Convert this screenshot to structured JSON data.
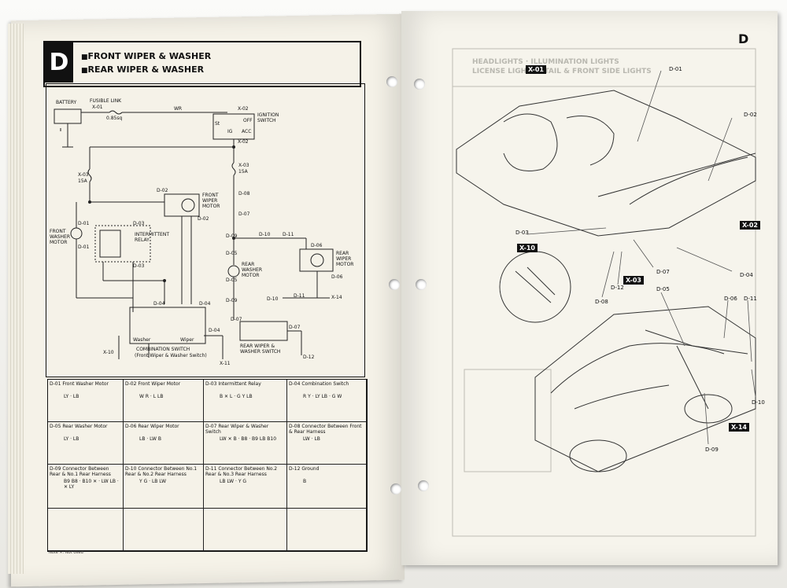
{
  "section_letter": "D",
  "titles": [
    "FRONT WIPER & WASHER",
    "REAR WIPER & WASHER"
  ],
  "schematic": {
    "labels": {
      "battery": "BATTERY",
      "fusible_link": "FUSIBLE LINK",
      "x01": "X-01",
      "fusible_size": "0.85sq",
      "wr": "WR",
      "x02": "X-02",
      "ignition_switch": "IGNITION SWITCH",
      "st": "St",
      "ig": "IG",
      "off": "OFF",
      "acc": "ACC",
      "x02b": "X-02",
      "x03a": "X-03",
      "fuse15a_a": "15A",
      "x03b": "X-03",
      "fuse15a_b": "15A",
      "d02": "D-02",
      "front_wiper_motor": "FRONT WIPER MOTOR",
      "d02b": "D-02",
      "d08": "D-08",
      "d07": "D-07",
      "d01": "D-01",
      "front_washer_motor": "FRONT WASHER MOTOR",
      "d01b": "D-01",
      "d03": "D-03",
      "intermittent_relay": "INTERMITTENT RELAY",
      "d03b": "D-03",
      "d09a": "D-09",
      "d10a": "D-10",
      "d11a": "D-11",
      "d05": "D-05",
      "rear_washer_motor": "REAR WASHER MOTOR",
      "d05b": "D-05",
      "d06": "D-06",
      "rear_wiper_motor": "REAR WIPER MOTOR",
      "d06b": "D-06",
      "x14": "X-14",
      "d04": "D-04",
      "d04b": "D-04",
      "d09b": "D-09",
      "d10b": "D-10",
      "d11b": "D-11",
      "d07b": "D-07",
      "d07c": "D-07",
      "washer": "Washer",
      "wiper": "Wiper",
      "combination_switch": "COMBINATION SWITCH",
      "combination_sub": "(Front Wiper & Washer Switch)",
      "x10": "X-10",
      "x11": "X-11",
      "rear_wiper_washer_switch": "REAR WIPER & WASHER SWITCH",
      "d12": "D-12",
      "d04c": "D-04"
    }
  },
  "connector_table": [
    {
      "title": "D-01 Front Washer Motor",
      "pins": "LY · LB"
    },
    {
      "title": "D-02 Front Wiper Motor",
      "pins": "W R · L LB"
    },
    {
      "title": "D-03 Intermittent Relay",
      "pins": "B ✕ L · G Y LB"
    },
    {
      "title": "D-04 Combination Switch",
      "pins": "R Y · LY LB · G W"
    },
    {
      "title": "D-05 Rear Washer Motor",
      "pins": "LY · LB"
    },
    {
      "title": "D-06 Rear Wiper Motor",
      "pins": "LB · LW B"
    },
    {
      "title": "D-07 Rear Wiper & Washer Switch",
      "pins": "LW ✕ B · B8 · B9 LB B10"
    },
    {
      "title": "D-08 Connector Between Front & Rear Harness",
      "pins": "LW · LB"
    },
    {
      "title": "D-09 Connector Between Rear & No.1 Rear Harness",
      "pins": "B9 B8 · B10 ✕ · LW LB · ✕ LY"
    },
    {
      "title": "D-10 Connector Between No.1 Rear & No.2 Rear Harness",
      "pins": "Y G · LB LW"
    },
    {
      "title": "D-11 Connector Between No.2 Rear & No.3 Rear Harness",
      "pins": "LB LW · Y G"
    },
    {
      "title": "D-12 Ground",
      "pins": "B"
    },
    {
      "title": "",
      "pins": ""
    },
    {
      "title": "",
      "pins": ""
    },
    {
      "title": "",
      "pins": ""
    },
    {
      "title": "",
      "pins": ""
    }
  ],
  "note": "Note ✕: Not Used",
  "right_page": {
    "letter": "D",
    "ghost_titles": [
      "HEADLIGHTS · ILLUMINATION LIGHTS",
      "LICENSE LIGHTS · TAIL & FRONT SIDE LIGHTS"
    ],
    "tags": [
      "X-01",
      "X-02",
      "X-10",
      "X-03",
      "X-14"
    ],
    "callouts": [
      "D-01",
      "D-02",
      "D-03",
      "D-04",
      "D-05",
      "D-06",
      "D-07",
      "D-08",
      "D-09",
      "D-10",
      "D-11",
      "D-12"
    ]
  },
  "colors": {
    "paper": "#f5f2e8",
    "ink": "#111111",
    "tag_bg": "#111111"
  }
}
